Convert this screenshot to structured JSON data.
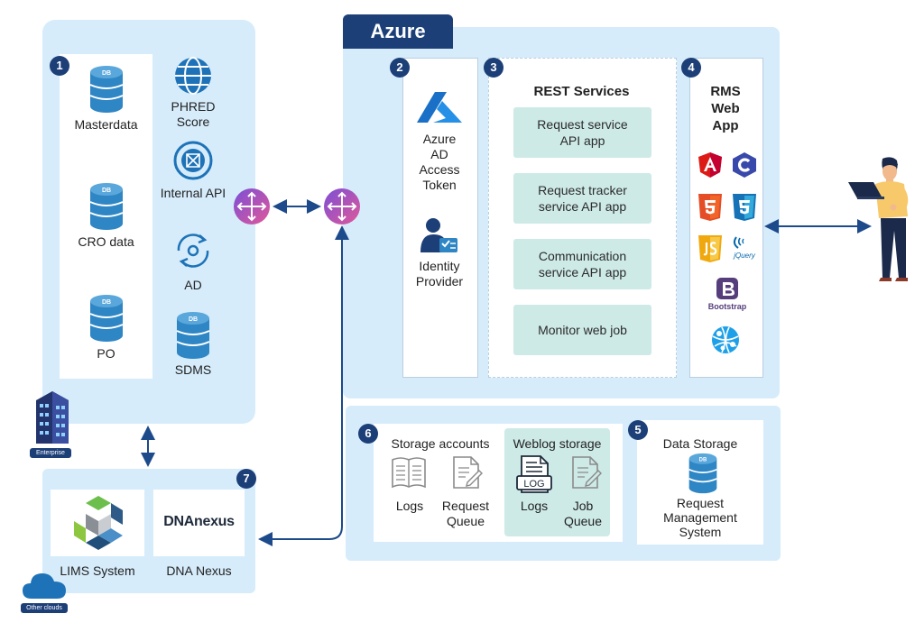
{
  "enterprise": {
    "badge": "1",
    "items": {
      "masterdata": "Masterdata",
      "phred": "PHRED\nScore",
      "internal_api": "Internal API",
      "cro": "CRO data",
      "ad": "AD",
      "po": "PO",
      "sdms": "SDMS"
    },
    "db_text": "DB",
    "caption": "Enterprise"
  },
  "azure": {
    "title": "Azure",
    "auth": {
      "badge": "2",
      "token": "Azure\nAD\nAccess\nToken",
      "idp": "Identity\nProvider"
    },
    "rest": {
      "badge": "3",
      "title": "REST Services",
      "services": [
        "Request service\nAPI app",
        "Request tracker\nservice API app",
        "Communication\nservice API app",
        "Monitor web job"
      ]
    },
    "rms": {
      "badge": "4",
      "title": "RMS\nWeb\nApp",
      "tech_icons": [
        "angular-icon",
        "c-icon",
        "html5-icon",
        "css3-icon",
        "javascript-icon",
        "jquery-icon",
        "bootstrap-icon",
        "web-app-icon"
      ],
      "jquery_text": "jQuery",
      "bootstrap_text": "Bootstrap"
    }
  },
  "storage": {
    "accounts": {
      "badge": "6",
      "title": "Storage accounts",
      "logs": "Logs",
      "request_queue": "Request\nQueue"
    },
    "weblog": {
      "title": "Weblog storage",
      "log_icon_text": "LOG",
      "logs": "Logs",
      "job_queue": "Job\nQueue"
    },
    "data": {
      "badge": "5",
      "title": "Data Storage",
      "system": "Request\nManagement\nSystem"
    }
  },
  "other": {
    "badge": "7",
    "lims": "LIMS System",
    "dnanexus_logo": "DNAnexus",
    "dnanexus": "DNA Nexus",
    "caption": "Other clouds"
  },
  "colors": {
    "panel": "#d6ecfb",
    "badge": "#1c3f78",
    "tile": "#cdeae7",
    "arrow": "#1c4a8a",
    "db": "#2f86c4"
  }
}
